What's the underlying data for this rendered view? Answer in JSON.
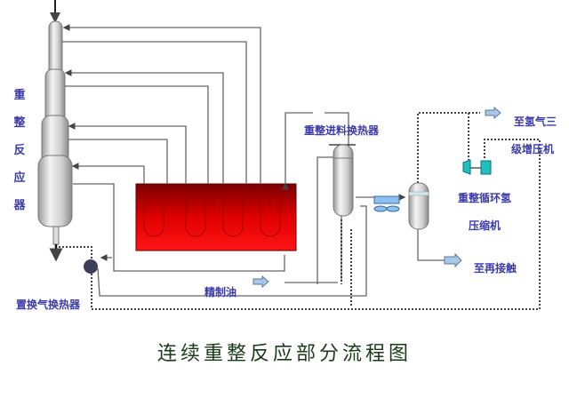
{
  "title": "连续重整反应部分流程图",
  "labels": {
    "reactor": [
      "重",
      "整",
      "反",
      "应",
      "器"
    ],
    "replacement_gas_exchanger": "置换气换热器",
    "feed_exchanger": "重整进料换热器",
    "refined_oil": "精制油",
    "to_hydrogen_line1": "至氢气三",
    "to_hydrogen_line2": "级增压机",
    "recycle_compressor_line1": "重整循环氢",
    "recycle_compressor_line2": "压缩机",
    "to_recontact": "至再接触"
  },
  "colors": {
    "label": "#3b3aa8",
    "furnace_top": "#7a0000",
    "furnace_bottom": "#ff1010",
    "compressor": "#20c0c0",
    "arrow_fill": "#a8c8e8",
    "line": "#555555"
  }
}
